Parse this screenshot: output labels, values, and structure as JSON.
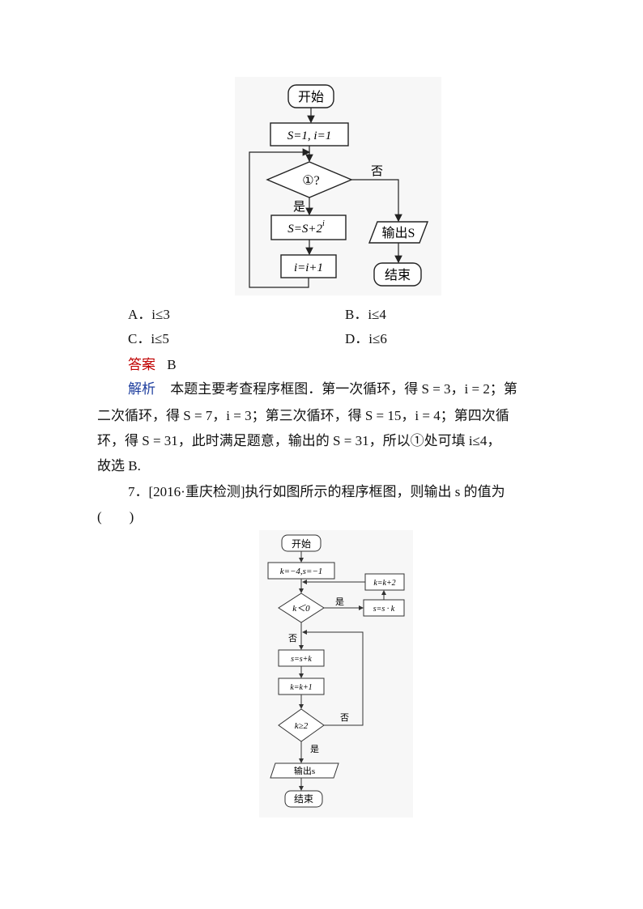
{
  "figure1": {
    "start": "开始",
    "init": "S=1, i=1",
    "cond": "①?",
    "yes": "是",
    "no": "否",
    "update_s": "S=S+2",
    "update_s_sup": "i",
    "update_i": "i=i+1",
    "output": "输出S",
    "end": "结束"
  },
  "options": {
    "a": "A．i≤3",
    "b": "B．i≤4",
    "c": "C．i≤5",
    "d": "D．i≤6"
  },
  "answer": {
    "label": "答案",
    "value": "B"
  },
  "analysis": {
    "label": "解析",
    "line1": "本题主要考查程序框图．第一次循环，得 S = 3，i = 2；第",
    "line2": "二次循环，得 S = 7，i = 3；第三次循环，得 S = 15，i = 4；第四次循",
    "line3": "环，得 S = 31，此时满足题意，输出的 S = 31，所以①处可填 i≤4，",
    "line4": "故选 B."
  },
  "question7": {
    "line1": "7．[2016·重庆检测]执行如图所示的程序框图，则输出 s 的值为",
    "line2": "(　　)"
  },
  "figure2": {
    "start": "开始",
    "init": "k=−4,s=−1",
    "cond1": "k＜0",
    "yes1": "是",
    "no1": "否",
    "mult": "s=s · k",
    "inc1": "k=k+2",
    "add": "s=s+k",
    "inc2": "k=k+1",
    "cond2": "k≥2",
    "yes2": "是",
    "no2": "否",
    "output": "输出s",
    "end": "结束"
  }
}
